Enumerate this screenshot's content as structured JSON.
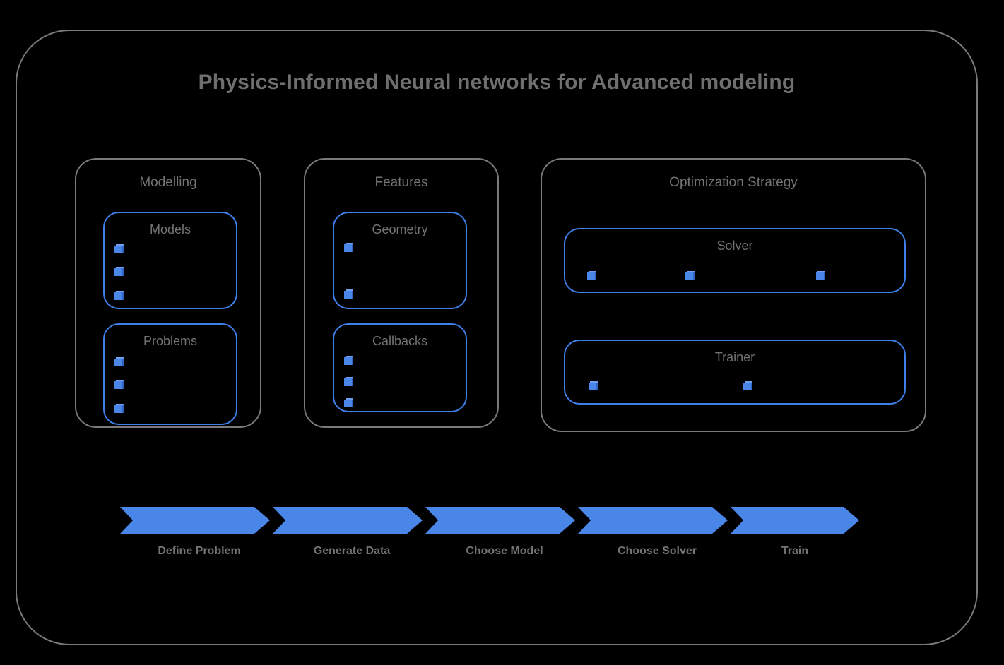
{
  "diagram": {
    "title": "Physics-Informed Neural networks for Advanced modeling",
    "colors": {
      "background": "#000000",
      "frame_border": "#7a7a7a",
      "text_gray": "#737373",
      "accent_blue": "#4a85e8",
      "box_border_blue": "#3f7fea"
    },
    "groups": [
      {
        "id": "modelling",
        "title": "Modelling",
        "boxes": [
          {
            "id": "models",
            "title": "Models",
            "bullet_count": 3
          },
          {
            "id": "problems",
            "title": "Problems",
            "bullet_count": 3
          }
        ]
      },
      {
        "id": "features",
        "title": "Features",
        "boxes": [
          {
            "id": "geometry",
            "title": "Geometry",
            "bullet_count": 2
          },
          {
            "id": "callbacks",
            "title": "Callbacks",
            "bullet_count": 3
          }
        ]
      },
      {
        "id": "optimization",
        "title": "Optimization Strategy",
        "boxes": [
          {
            "id": "solver",
            "title": "Solver",
            "bullet_count": 3
          },
          {
            "id": "trainer",
            "title": "Trainer",
            "bullet_count": 2
          }
        ]
      }
    ],
    "pipeline": {
      "steps": [
        {
          "label": "Define Problem"
        },
        {
          "label": "Generate Data"
        },
        {
          "label": "Choose Model"
        },
        {
          "label": "Choose Solver"
        },
        {
          "label": "Train"
        }
      ]
    },
    "bullet_icon_name": "blue-cube-bullet-icon"
  }
}
